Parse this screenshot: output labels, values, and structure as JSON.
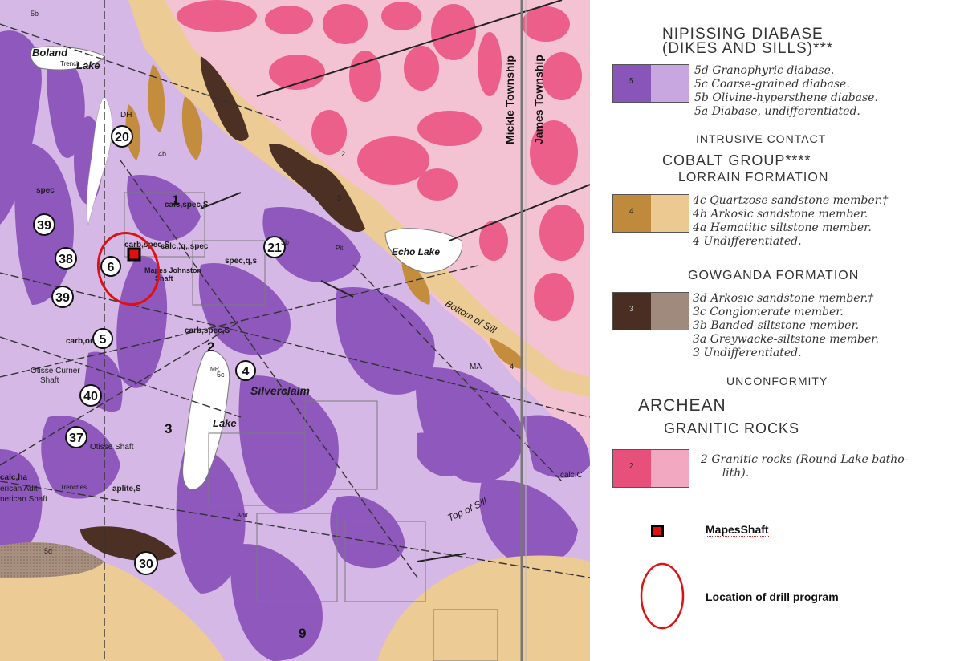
{
  "map": {
    "township_left": "Mickle Township",
    "township_right": "James Township",
    "labels": {
      "boland_lake": "Boland",
      "boland_lake2": "Lake",
      "echo_lake": "Echo Lake",
      "silverclaim": "Silverclaim",
      "silverclaim_lake": "Lake",
      "bottom_of_sill": "Bottom of Sill",
      "top_of_sill": "Top of Sill",
      "mapes_johnston": "Mapes Johnston",
      "shaft": "Shaft",
      "otisse_curner": "Otisse Curner",
      "otisse_curner_shaft": "Shaft",
      "otisse_shaft": "Otisse Shaft",
      "american_adit": "erican Adit",
      "american_shaft": "nerican Shaft",
      "trench": "Trench",
      "trenches": "Trenches",
      "carb_spec_s": "carb,spec,S",
      "calc_spec_s": "calc,spec,S",
      "calc_q_spec": "calc,,q,,spec",
      "spec_q_s": "spec,q,s",
      "carb_spec_s_2": "carb,spec,S",
      "carb_on": "carb,on",
      "aplite_s": "aplite,S",
      "calc_ha": "calc,ha",
      "ma": "MA",
      "pit": "Pit",
      "adit": "Adit",
      "spec": "spec",
      "ddh": "DH",
      "calc_c": "calc,C",
      "m_r": "MR"
    },
    "circles": [
      "20",
      "39",
      "38",
      "6",
      "39",
      "5",
      "40",
      "37",
      "30",
      "21",
      "4",
      "2",
      "3",
      "1",
      "9"
    ],
    "unit_labels": [
      "5b",
      "5b",
      "5d",
      "5c",
      "4b",
      "4",
      "3",
      "2"
    ]
  },
  "legend": {
    "nipissing_title": "NIPISSING DIABASE",
    "nipissing_sub": "(DIKES AND SILLS)***",
    "unit5": [
      "5d  Granophyric diabase.",
      "5c  Coarse-grained diabase.",
      "5b  Olivine-hypersthene diabase.",
      "5a  Diabase, undifferentiated."
    ],
    "unit5_num": "5",
    "intrusive_contact": "INTRUSIVE CONTACT",
    "cobalt_group": "COBALT GROUP****",
    "lorrain": "LORRAIN FORMATION",
    "unit4": [
      "4c  Quartzose sandstone member.†",
      "4b  Arkosic sandstone member.",
      "4a  Hematitic siltstone member.",
      "4    Undifferentiated."
    ],
    "unit4_num": "4",
    "gowganda": "GOWGANDA FORMATION",
    "unit3": [
      "3d  Arkosic sandstone member.†",
      "3c  Conglomerate member.",
      "3b  Banded siltstone member.",
      "3a  Greywacke-siltstone member.",
      "3    Undifferentiated."
    ],
    "unit3_num": "3",
    "unconformity": "UNCONFORMITY",
    "archean": "ARCHEAN",
    "granitic": "GRANITIC ROCKS",
    "unit2": [
      "2    Granitic rocks (Round Lake batho-",
      "      lith)."
    ],
    "unit2_num": "2",
    "mapes_shaft": "MapesShaft",
    "drill_program": "Location of drill program"
  },
  "colors": {
    "diabase_dark": "#8a55b8",
    "diabase_light": "#c8a6e0",
    "sandstone_dark": "#c08a3c",
    "sandstone_light": "#ecc990",
    "gowganda_dark": "#4a2e22",
    "gowganda_light": "#a08a7e",
    "granite_dark": "#e8507c",
    "granite_light": "#f2a8c0",
    "background_pink": "#f3c6d4",
    "marker_red": "#e01010"
  }
}
